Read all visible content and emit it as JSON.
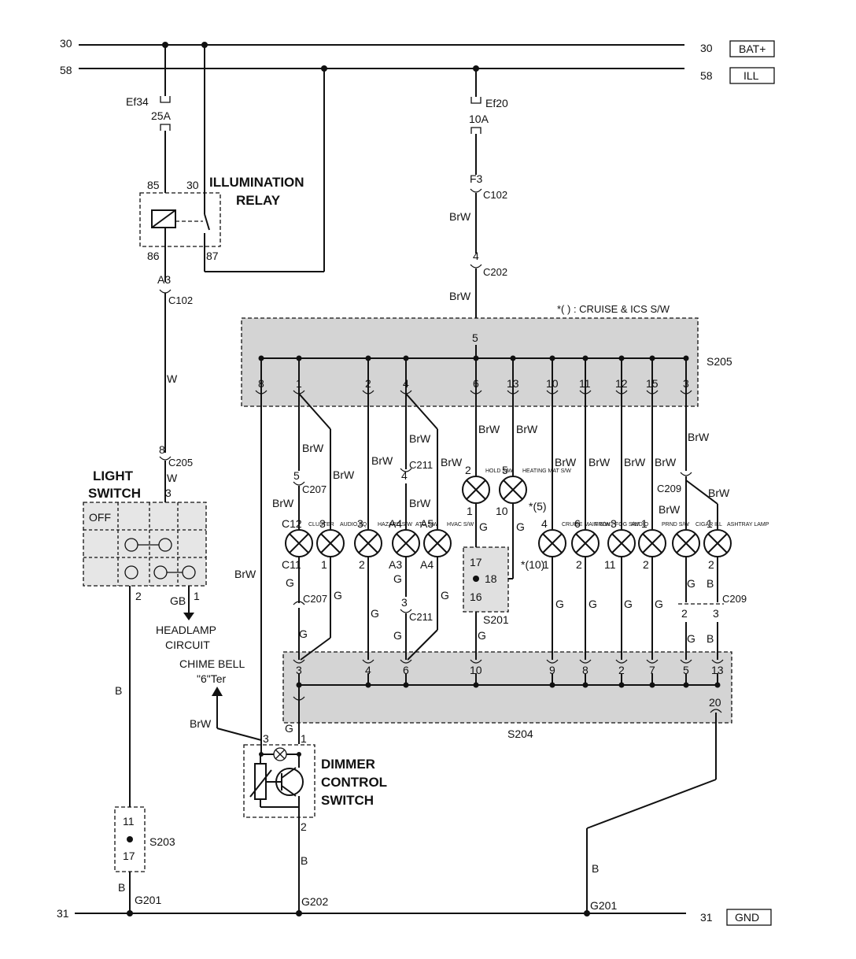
{
  "rails": {
    "r30": "30",
    "r58": "58",
    "r31": "31",
    "bat_label": "BAT+",
    "ill_label": "ILL",
    "gnd_label": "GND"
  },
  "fuses": {
    "ef34": "Ef34",
    "ef34_amp": "25A",
    "ef20": "Ef20",
    "ef20_amp": "10A"
  },
  "relay": {
    "title_1": "ILLUMINATION",
    "title_2": "RELAY",
    "pin85": "85",
    "pin30": "30",
    "pin86": "86",
    "pin87": "87"
  },
  "connectors": {
    "f3": "F3",
    "c102_a": "C102",
    "a3": "A3",
    "c102_b": "C102",
    "c202": "C202",
    "c202_pin": "4",
    "c205": "C205",
    "c205_pin": "8",
    "c207_top": "C207",
    "c207_pin5": "5",
    "c207_bot": "C207",
    "c211_top": "C211",
    "c211_pin4": "4",
    "c211_bot": "C211",
    "c211_pin3": "3",
    "c209_top": "C209",
    "c209_bot": "C209",
    "c209_pin2": "2",
    "c209_pin3": "3"
  },
  "wires": {
    "brw": "BrW",
    "w": "W",
    "g": "G",
    "b": "B",
    "gb": "GB"
  },
  "s205": {
    "label": "S205",
    "note": "*( ) : CRUISE & ICS S/W",
    "in_pin": "5",
    "pins": [
      "8",
      "1",
      "2",
      "4",
      "6",
      "13",
      "10",
      "11",
      "12",
      "15",
      "3"
    ]
  },
  "s204": {
    "label": "S204",
    "pins": [
      "3",
      "4",
      "6",
      "10",
      "9",
      "8",
      "2",
      "7",
      "5",
      "13"
    ],
    "out_pin": "20"
  },
  "s201": {
    "label": "S201",
    "pins": [
      "17",
      "18",
      "16"
    ]
  },
  "s203": {
    "label": "S203",
    "pins": [
      "11",
      "17"
    ]
  },
  "light_switch": {
    "title_1": "LIGHT",
    "title_2": "SWITCH",
    "off": "OFF",
    "pin3": "3",
    "pin2": "2",
    "pin1": "1"
  },
  "headlamp": {
    "line1": "HEADLAMP",
    "line2": "CIRCUIT"
  },
  "chime": {
    "line1": "CHIME BELL",
    "line2": "\"6\"Ter"
  },
  "dimmer": {
    "title_1": "DIMMER",
    "title_2": "CONTROL",
    "title_3": "SWITCH",
    "pin3": "3",
    "pin1": "1",
    "pin2": "2"
  },
  "grounds": {
    "g201_left": "G201",
    "g202": "G202",
    "g201_right": "G201"
  },
  "lamps": [
    {
      "name": "CLUSTER",
      "top": "C12",
      "bottom": "C11"
    },
    {
      "name": "AUDIO EQ",
      "top": "3",
      "bottom": "1"
    },
    {
      "name": "HAZARD S/W",
      "top": "3",
      "bottom": "2"
    },
    {
      "name": "ATC S/W",
      "top": "A4",
      "bottom": "A3"
    },
    {
      "name": "HVAC S/W",
      "top": "A5",
      "bottom": "A4"
    },
    {
      "name": "HOLD S/W",
      "top": "2",
      "bottom": "1"
    },
    {
      "name": "HEATING MAT S/W",
      "top": "5",
      "bottom": "10"
    },
    {
      "name": "CRUISE MAIN S/W",
      "top": "4",
      "bottom": "1",
      "top_alt": "*(5)",
      "bottom_alt": "*(10)"
    },
    {
      "name": "FRONT FOG S/W",
      "top": "6",
      "bottom": "2"
    },
    {
      "name": "AUDIO",
      "top": "3",
      "bottom": "11"
    },
    {
      "name": "PRND S/W",
      "top": "1",
      "bottom": "2"
    },
    {
      "name": "CIGAR ILL",
      "top": "",
      "bottom": ""
    },
    {
      "name": "ASHTRAY LAMP",
      "top": "1",
      "bottom": "2"
    }
  ]
}
